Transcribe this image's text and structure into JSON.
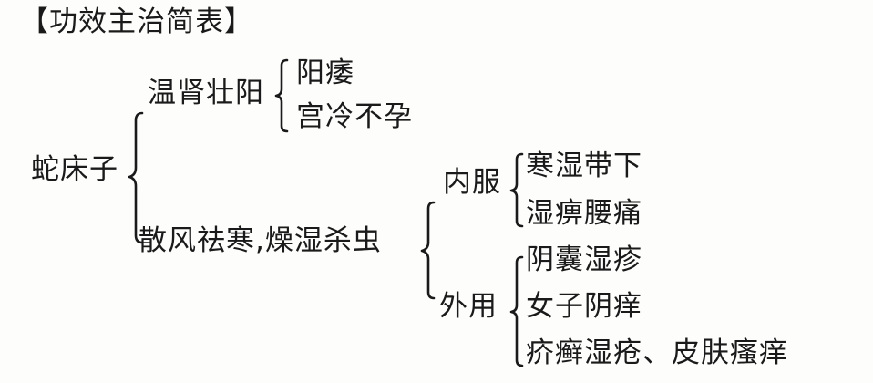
{
  "title": "【功效主治简表】",
  "root": "蛇床子",
  "branches": [
    {
      "label": "温肾壮阳",
      "items": [
        "阳痿",
        "宫冷不孕"
      ]
    },
    {
      "label": "散风祛寒,燥湿杀虫",
      "groups": [
        {
          "label": "内服",
          "items": [
            "寒湿带下",
            "湿痹腰痛"
          ]
        },
        {
          "label": "外用",
          "items": [
            "阴囊湿疹",
            "女子阴痒",
            "疥癣湿疮、皮肤瘙痒"
          ]
        }
      ]
    }
  ]
}
